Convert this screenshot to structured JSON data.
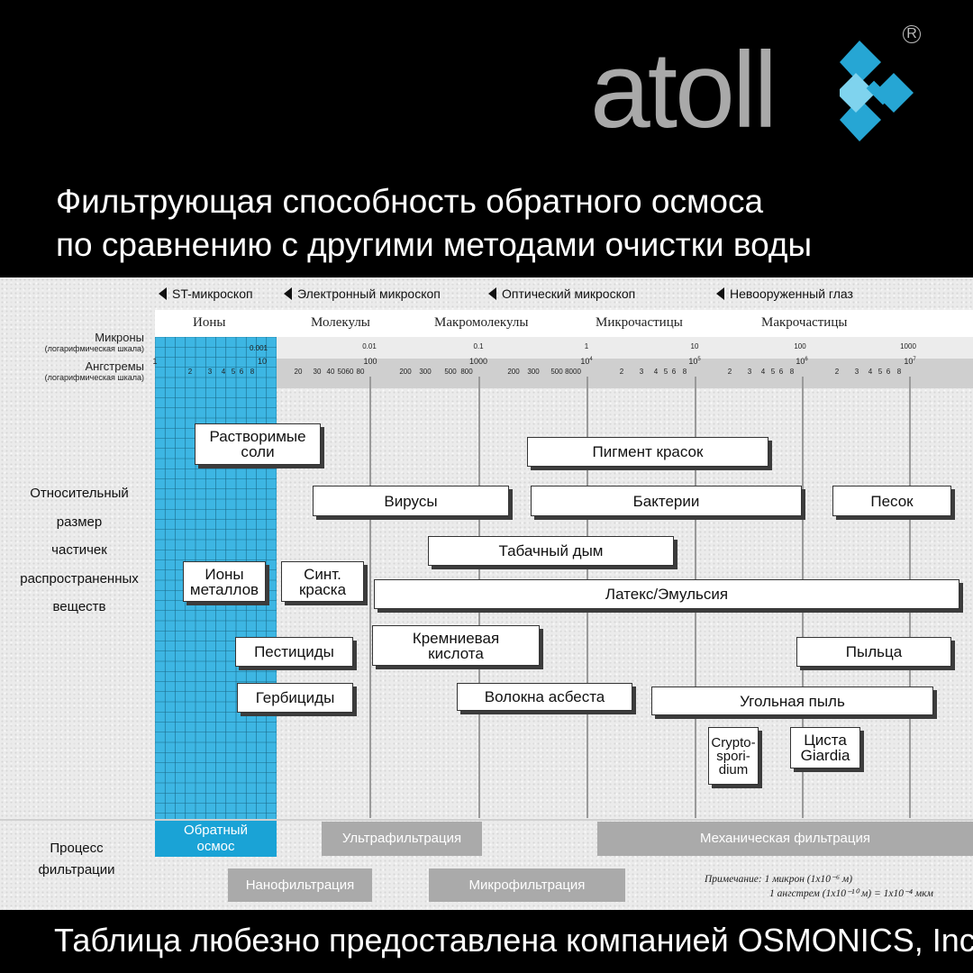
{
  "header": {
    "brand": "atoll",
    "registered": "R",
    "headline_line1": "Фильтрующая способность обратного осмоса",
    "headline_line2": "по сравнению с другими методами очистки воды"
  },
  "footer": "Таблица любезно предоставлена компанией OSMONICS, Inc.",
  "colors": {
    "accent": "#1aa3d6",
    "background": "#000000",
    "process_bar": "#aaaaaa"
  },
  "microscopes": [
    "ST-микроскоп",
    "Электронный микроскоп",
    "Оптический микроскоп",
    "Невооруженный глаз"
  ],
  "categories": [
    "Ионы",
    "Молекулы",
    "Макромолекулы",
    "Микрочастицы",
    "Макрочастицы"
  ],
  "axes": {
    "microns_label": "Микроны",
    "microns_sub": "(логарифмическая шкала)",
    "angstrom_label": "Ангстремы",
    "angstrom_sub": "(логарифмическая шкала)",
    "microns_ticks": [
      "0.001",
      "0.01",
      "0.1",
      "1",
      "10",
      "100",
      "1000"
    ],
    "angstrom_major": [
      "1",
      "10",
      "100",
      "1000",
      "10",
      "10",
      "10",
      "10"
    ],
    "angstrom_major_exp": [
      "",
      "",
      "",
      "",
      "4",
      "5",
      "6",
      "7"
    ],
    "angstrom_minor_1": [
      "2",
      "3",
      "4",
      "5",
      "6",
      "8"
    ],
    "angstrom_minor_2": [
      "20",
      "30",
      "40",
      "50",
      "60",
      "80"
    ],
    "angstrom_minor_3": [
      "200",
      "300",
      "500",
      "800"
    ],
    "angstrom_minor_4": [
      "200",
      "300",
      "500",
      "8000"
    ],
    "angstrom_minor_5": [
      "2",
      "3",
      "4",
      "5",
      "6",
      "8"
    ],
    "angstrom_minor_6": [
      "2",
      "3",
      "4",
      "5",
      "6",
      "8"
    ],
    "angstrom_minor_7": [
      "2",
      "3",
      "4",
      "5",
      "6",
      "8"
    ]
  },
  "left_label": [
    "Относительный",
    "размер",
    "частичек",
    "распространенных",
    "веществ"
  ],
  "substances": {
    "soluble_salts": [
      "Растворимые",
      "соли"
    ],
    "paint_pigment": "Пигмент красок",
    "viruses": "Вирусы",
    "bacteria": "Бактерии",
    "sand": "Песок",
    "tobacco_smoke": "Табачный дым",
    "metal_ions": [
      "Ионы",
      "металлов"
    ],
    "synthetic_dye": [
      "Синт.",
      "краска"
    ],
    "latex_emulsion": "Латекс/Эмульсия",
    "silicic_acid": [
      "Кремниевая",
      "кислота"
    ],
    "pollen": "Пыльца",
    "pesticides": "Пестициды",
    "herbicides": "Гербициды",
    "asbestos_fibers": "Волокна асбеста",
    "coal_dust": "Угольная пыль",
    "cryptosporidium": [
      "Crypto-",
      "spori-",
      "dium"
    ],
    "giardia": [
      "Циста",
      "Giardia"
    ]
  },
  "process": {
    "label": [
      "Процесс",
      "фильтрации"
    ],
    "reverse_osmosis": [
      "Обратный",
      "осмос"
    ],
    "ultrafiltration": "Ультрафильтрация",
    "mechanical": "Механическая фильтрация",
    "nanofiltration": "Нанофильтрация",
    "microfiltration": "Микрофильтрация"
  },
  "note": {
    "line1": "Примечание: 1 микрон (1x10⁻⁶ м)",
    "line2": "1 ангстрем (1x10⁻¹⁰ м) = 1x10⁻⁴ мкм"
  }
}
